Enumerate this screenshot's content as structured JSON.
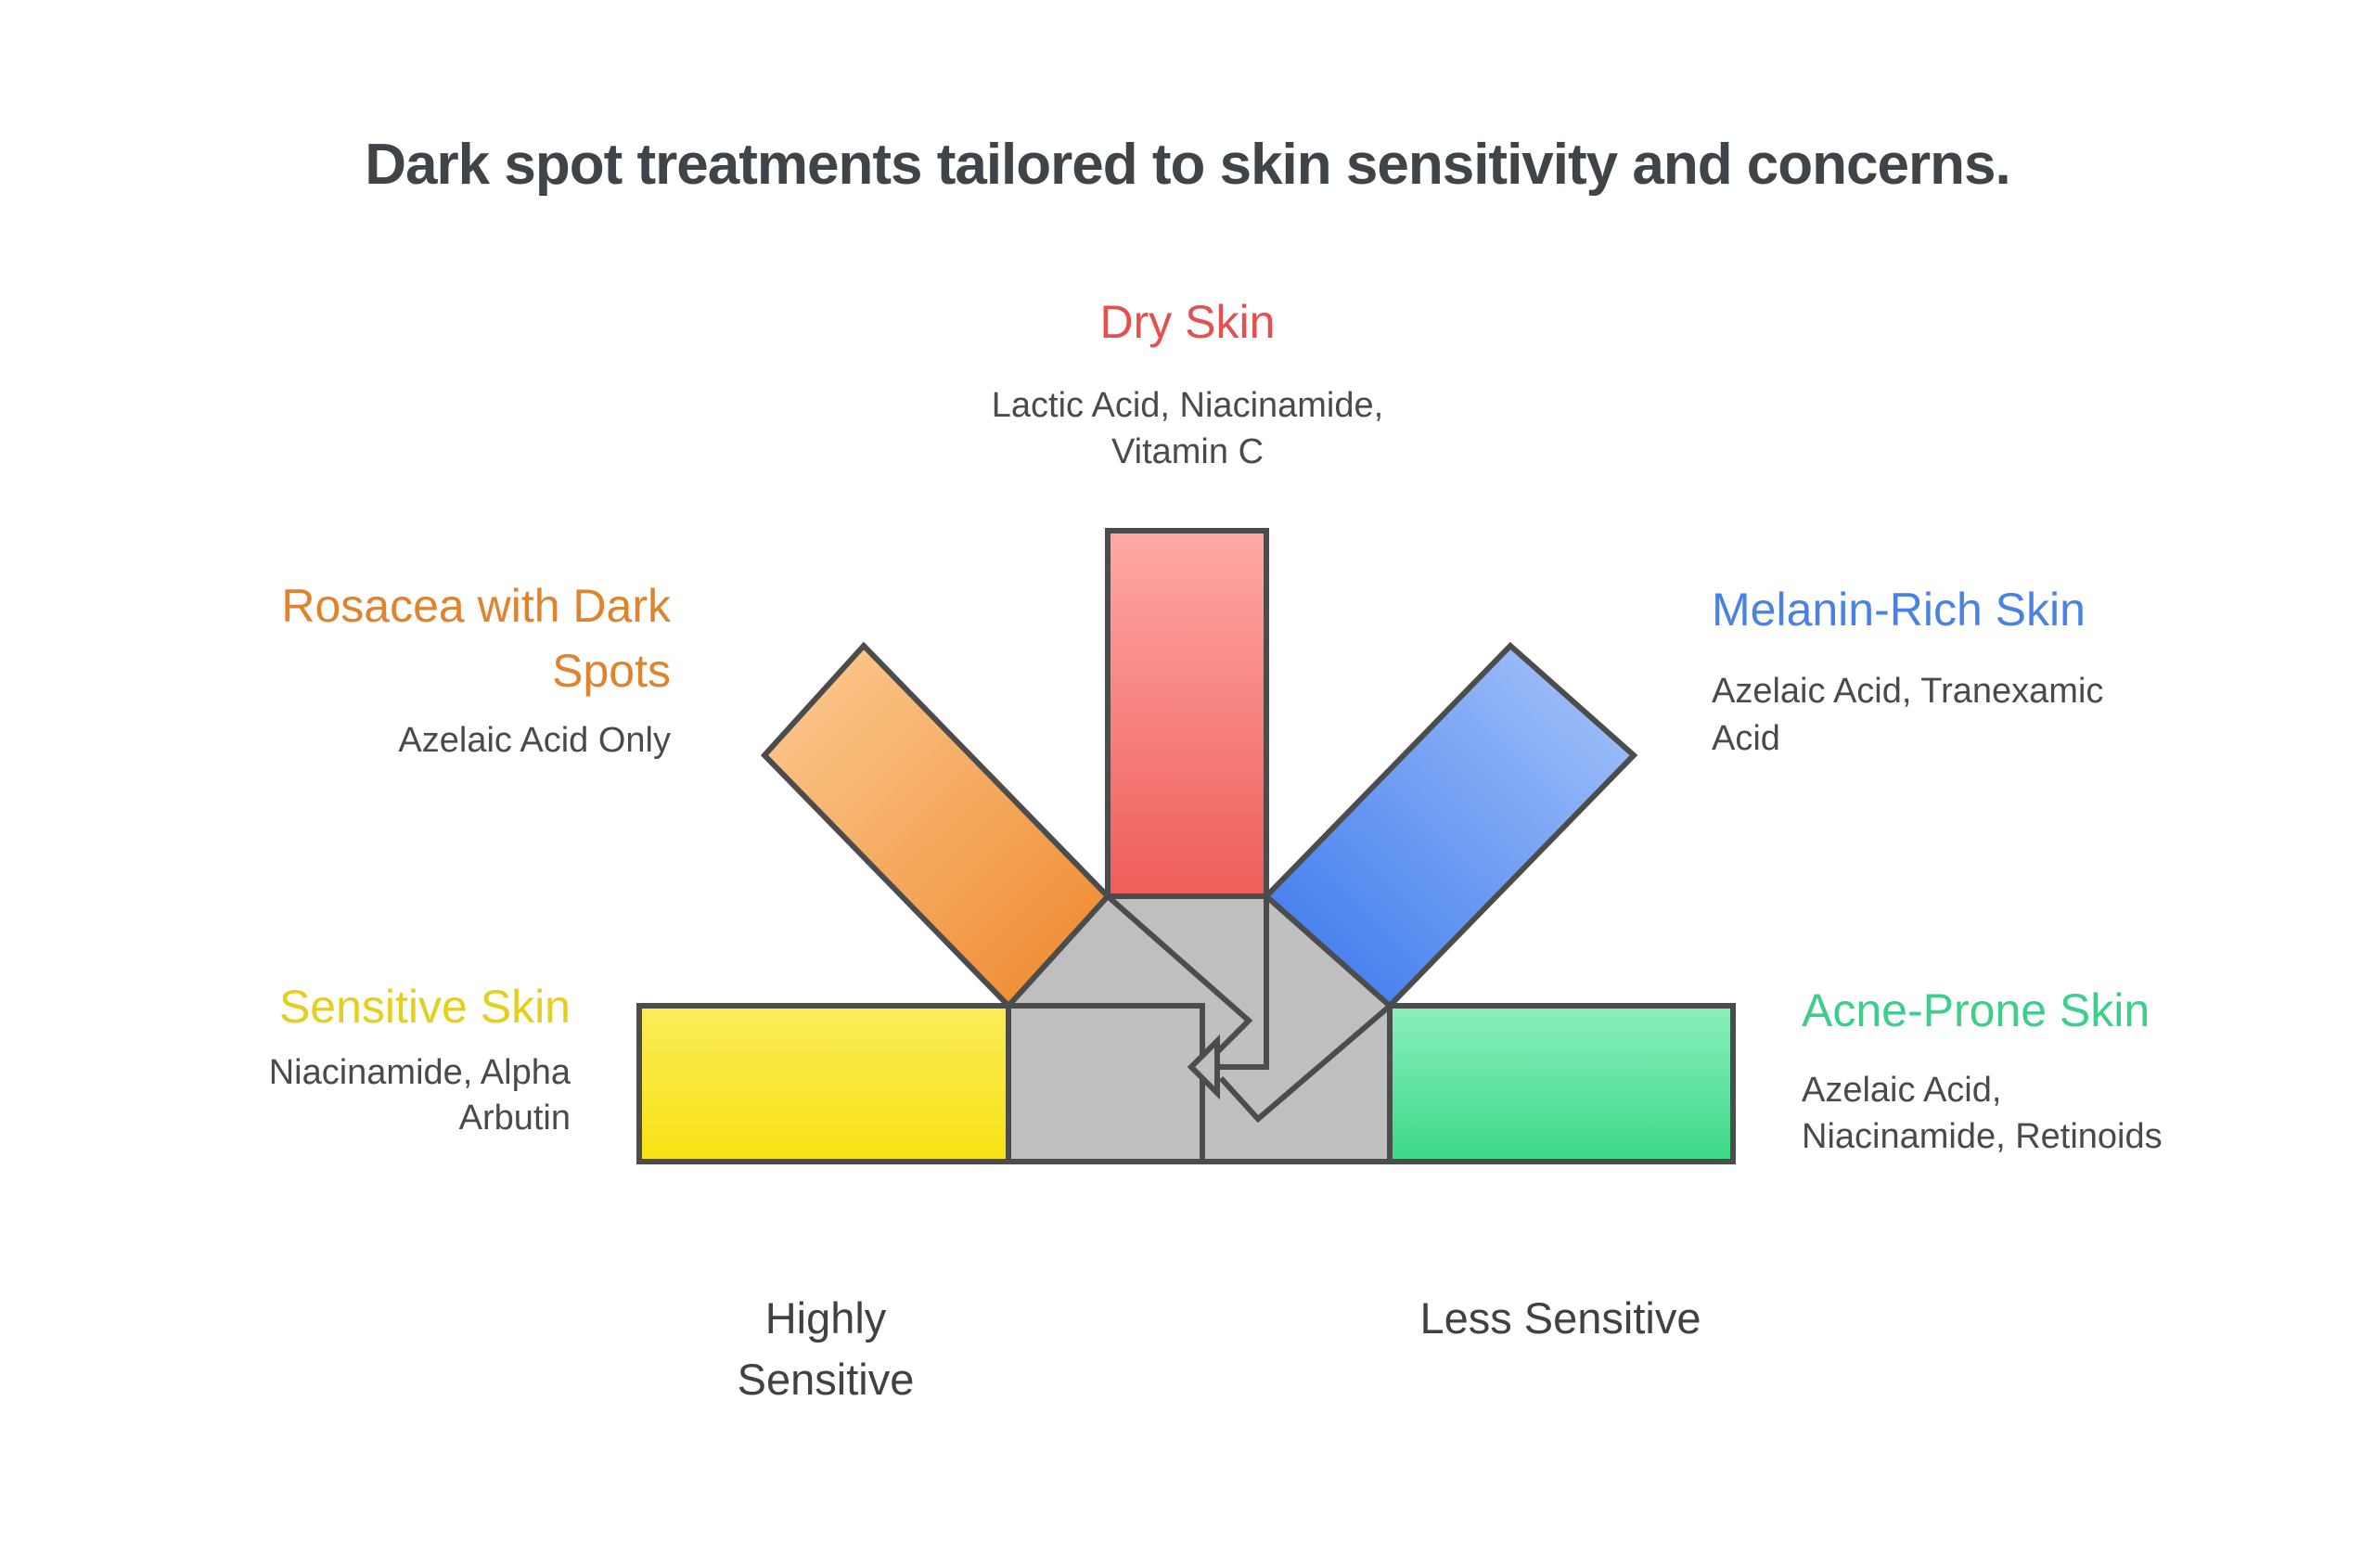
{
  "title": {
    "text": "Dark spot treatments tailored to skin sensitivity and concerns.",
    "color": "#3F4448"
  },
  "segments": {
    "dry": {
      "title": "Dry Skin",
      "color": "#E4504E",
      "treatment_lines": [
        "Lactic Acid, Niacinamide,",
        "Vitamin C"
      ],
      "bar": "vertical-top",
      "gradient_top": "#FFA9A4",
      "gradient_bottom": "#EE5D5A"
    },
    "rosacea": {
      "title_lines": [
        "Rosacea with Dark",
        "Spots"
      ],
      "color": "#E0832D",
      "treatment_lines": [
        "Azelaic Acid Only"
      ],
      "bar": "diagonal-upper-left",
      "gradient_top": "#FBC285",
      "gradient_bottom": "#F0913A"
    },
    "melanin": {
      "title": "Melanin-Rich Skin",
      "color": "#4A82E4",
      "treatment_lines": [
        "Azelaic Acid, Tranexamic",
        "Acid"
      ],
      "bar": "diagonal-upper-right",
      "gradient_top": "#97B9F8",
      "gradient_bottom": "#4A83EE"
    },
    "sensitive": {
      "title": "Sensitive Skin",
      "color": "#E5CF1E",
      "treatment_lines": [
        "Niacinamide, Alpha",
        "Arbutin"
      ],
      "bar": "horizontal-left",
      "gradient_top": "#FBEC59",
      "gradient_bottom": "#F8E214"
    },
    "acne": {
      "title": "Acne-Prone Skin",
      "color": "#3DCE8C",
      "treatment_lines": [
        "Azelaic Acid,",
        "Niacinamide, Retinoids"
      ],
      "bar": "horizontal-right",
      "gradient_top": "#8BEFBC",
      "gradient_bottom": "#3BD887"
    }
  },
  "axis": {
    "left_label_lines": [
      "Highly",
      "Sensitive"
    ],
    "right_label": "Less Sensitive",
    "color": "#414141"
  },
  "hub": {
    "fill": "#BFBFBF",
    "stroke": "#4C4C4C"
  },
  "body_text_color": "#4A4A4A",
  "background": "#FFFFFF"
}
